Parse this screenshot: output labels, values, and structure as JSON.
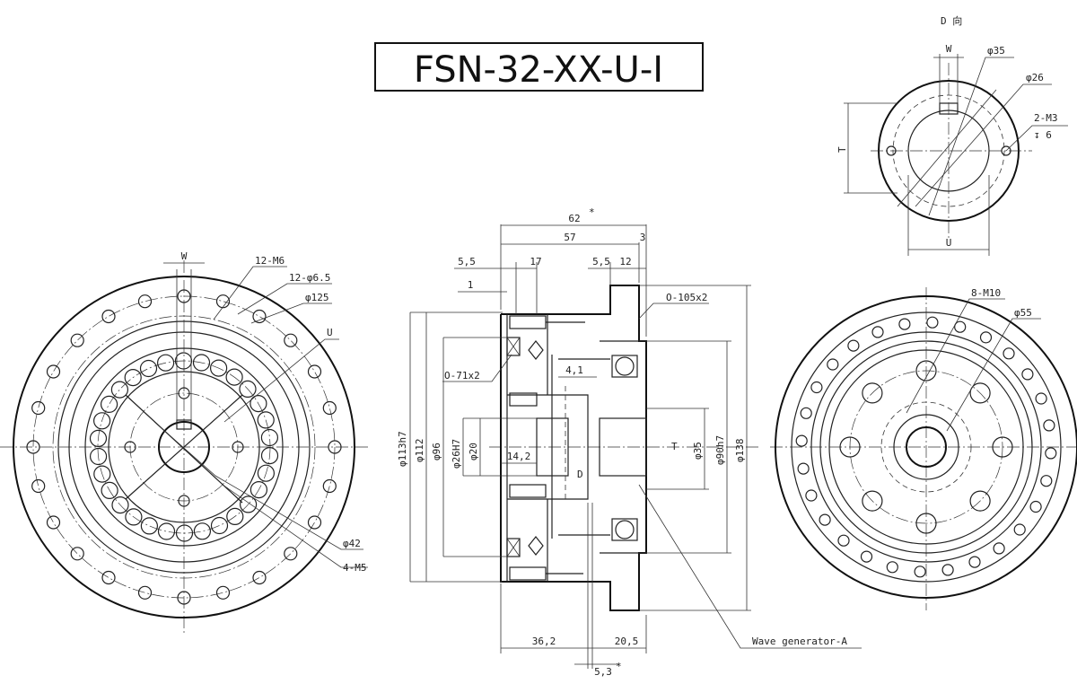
{
  "title": "FSN-32-XX-U-I",
  "left_view": {
    "labels": {
      "w": "W",
      "m6": "12-M6",
      "d65": "12-φ6.5",
      "d125": "φ125",
      "u": "U",
      "d42": "φ42",
      "m5": "4-M5"
    }
  },
  "section_view": {
    "labels": {
      "d62": "62",
      "d62_star": "*",
      "d57": "57",
      "d3": "3",
      "d55a": "5,5",
      "d17": "17",
      "d55b": "5,5",
      "d12": "12",
      "d1": "1",
      "o105": "O-105x2",
      "o71": "O-71x2",
      "d41": "4,1",
      "d142": "14,2",
      "t": "T",
      "d": "D",
      "d362": "36,2",
      "d205": "20,5",
      "d53": "5,3",
      "d53_star": "*",
      "d113": "φ113h7",
      "d112": "φ112",
      "d96": "φ96",
      "d26": "φ26H7",
      "d20": "φ20",
      "d35": "φ35",
      "d90": "φ90h7",
      "d138": "φ138",
      "wave": "Wave generator-A"
    }
  },
  "d_view": {
    "labels": {
      "title": "D 向",
      "w": "W",
      "d35": "φ35",
      "d26": "φ26",
      "m3": "2-M3",
      "depth": "↧ 6",
      "t": "T",
      "u": "U"
    }
  },
  "right_view": {
    "labels": {
      "m10": "8-M10",
      "d55": "φ55"
    }
  }
}
